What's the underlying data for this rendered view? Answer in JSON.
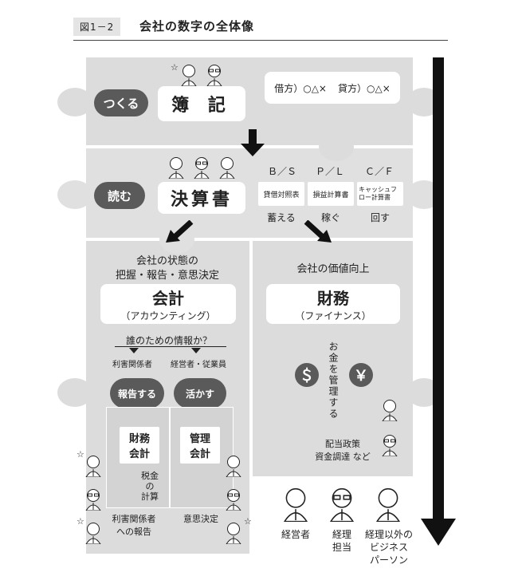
{
  "header": {
    "fig_label": "図1－2",
    "title": "会社の数字の全体像"
  },
  "row1": {
    "pill": "つくる",
    "main": "簿 記",
    "entry_debit": "借方）○△×",
    "entry_credit": "貸方）○△×"
  },
  "row2": {
    "pill": "読む",
    "main": "決算書",
    "statements": [
      {
        "abbr": "Ｂ／Ｓ",
        "name": "貸借対照表",
        "verb": "蓄える"
      },
      {
        "abbr": "Ｐ／Ｌ",
        "name": "損益計算書",
        "verb": "稼ぐ"
      },
      {
        "abbr": "Ｃ／Ｆ",
        "name": "キャッシュフロー計算書",
        "verb": "回す"
      }
    ]
  },
  "accounting": {
    "purpose_line1": "会社の状態の",
    "purpose_line2": "把握・報告・意思決定",
    "main": "会計",
    "sub": "（アカウンティング）",
    "question": "誰のための情報か？",
    "target_left": "利害関係者",
    "target_right": "経営者・従業員",
    "pill_left": "報告する",
    "pill_right": "活かす",
    "box_left_line1": "財務",
    "box_left_line2": "会計",
    "box_right_line1": "管理",
    "box_right_line2": "会計",
    "tax_line1": "税金",
    "tax_line2": "の",
    "tax_line3": "計算",
    "bottom_left_line1": "利害関係者",
    "bottom_left_line2": "への報告",
    "bottom_right": "意思決定"
  },
  "finance": {
    "purpose": "会社の価値向上",
    "main": "財務",
    "sub": "（ファイナンス）",
    "dollar": "＄",
    "yen": "￥",
    "manage": "お金を管理する",
    "policy_line1": "配当政策",
    "policy_line2": "資金調達 など"
  },
  "roles": [
    {
      "line1": "経営者",
      "line2": "",
      "line3": ""
    },
    {
      "line1": "経理",
      "line2": "担当",
      "line3": ""
    },
    {
      "line1": "経理以外の",
      "line2": "ビジネス",
      "line3": "パーソン"
    }
  ],
  "star": "☆"
}
